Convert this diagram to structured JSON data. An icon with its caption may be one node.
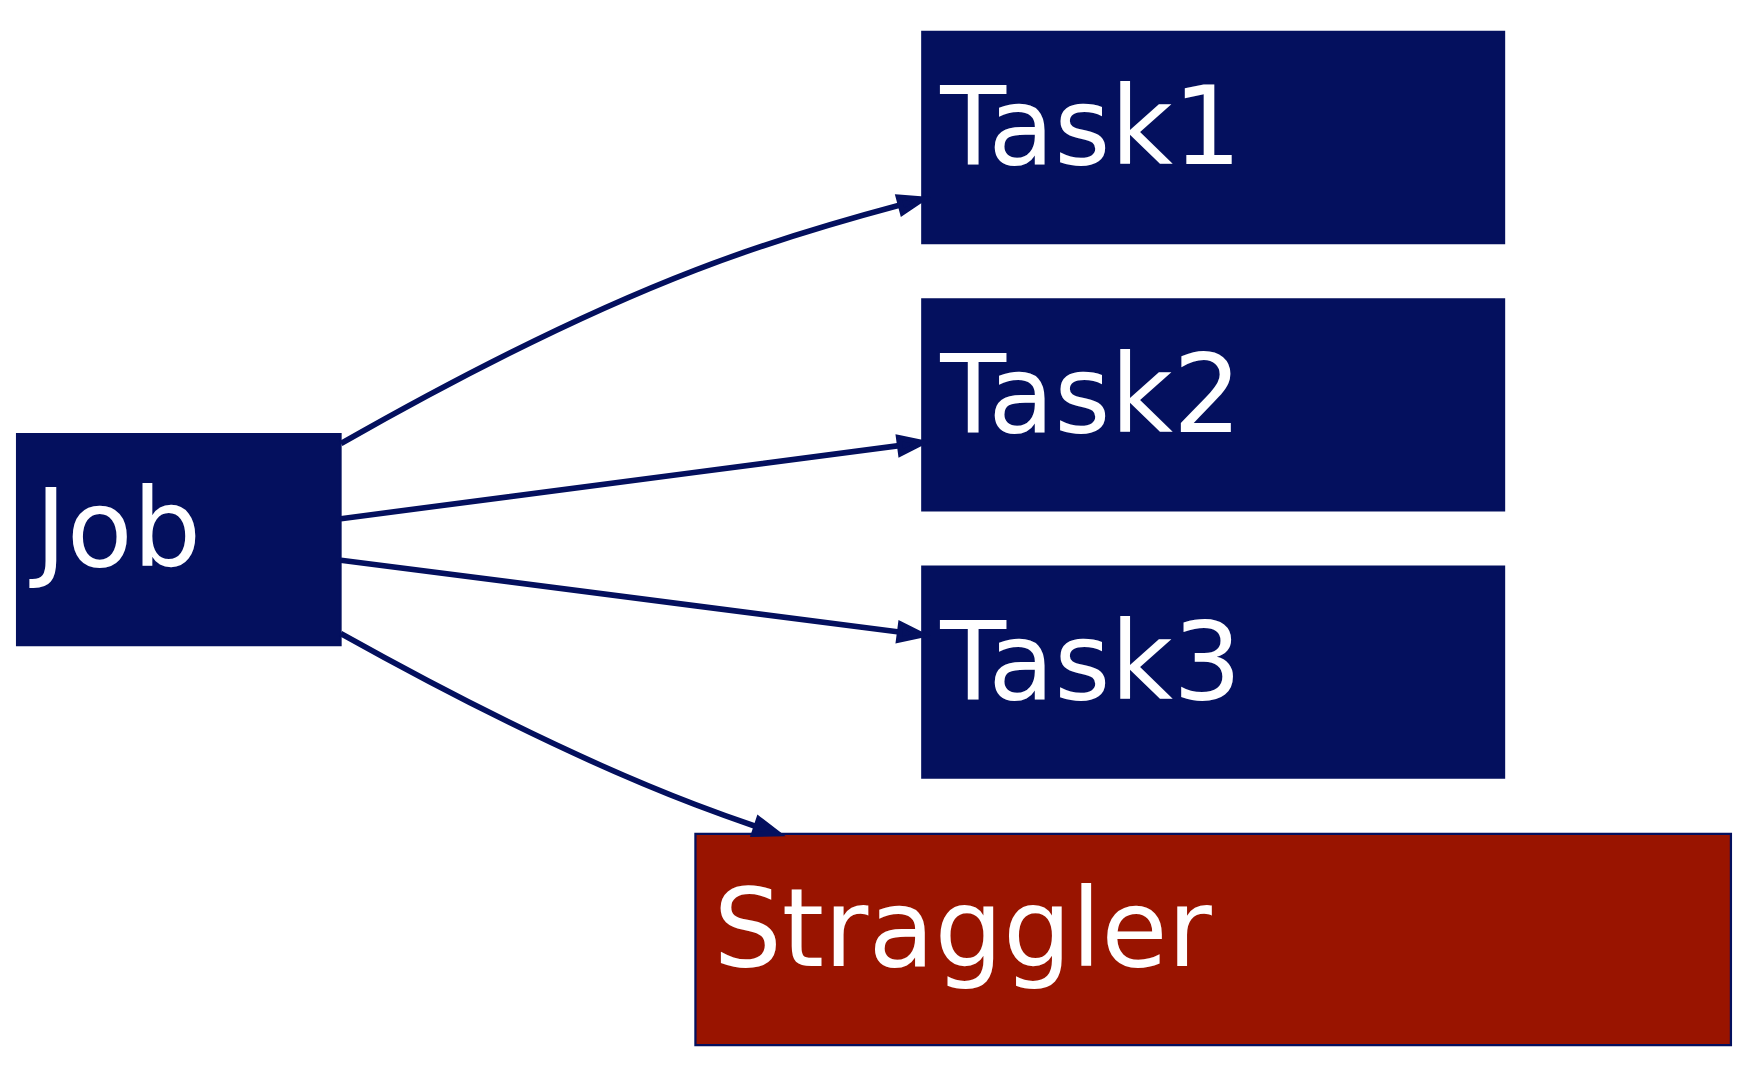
{
  "diagram": {
    "nodes": [
      {
        "text": [
          "Job"
        ]
      },
      {
        "text": [
          "Task1"
        ]
      },
      {
        "text": [
          "Task2"
        ]
      },
      {
        "text": [
          "Task3"
        ]
      },
      {
        "text": [
          "Straggler"
        ]
      }
    ],
    "edges": [
      {
        "from": 0,
        "to": 1,
        "arrow": "to"
      },
      {
        "from": 0,
        "to": 2,
        "arrow": "to"
      },
      {
        "from": 0,
        "to": 3,
        "arrow": "to"
      },
      {
        "from": 0,
        "to": 4,
        "arrow": "to"
      }
    ]
  }
}
